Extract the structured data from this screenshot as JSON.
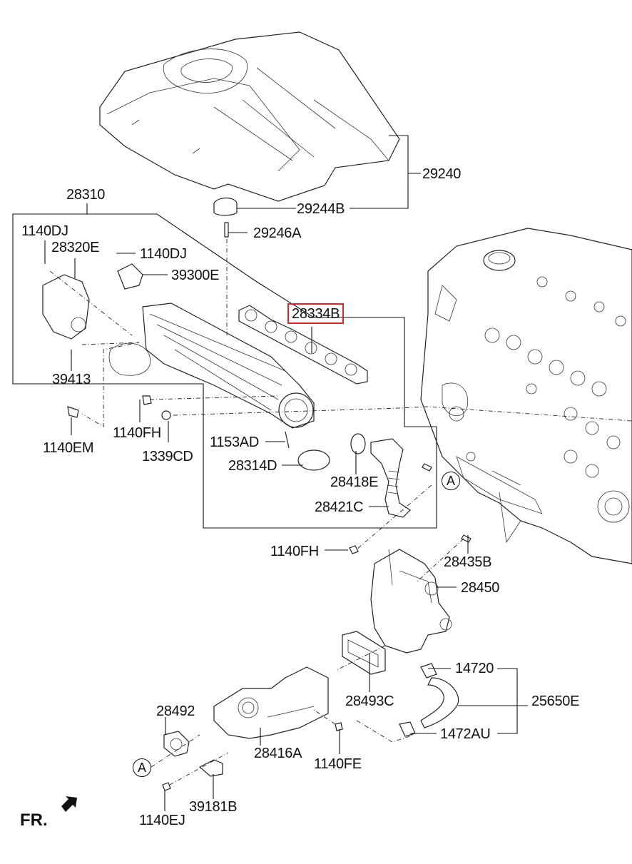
{
  "diagram": {
    "title_direction_label": "FR.",
    "reference_marker": "A",
    "highlight_color": "#e0242a",
    "highlighted_part": "28334B",
    "parts": [
      {
        "id": "p29240",
        "number": "29240",
        "description": "engine cover"
      },
      {
        "id": "p29244B",
        "number": "29244B",
        "description": "cover grommet"
      },
      {
        "id": "p29246A",
        "number": "29246A",
        "description": "cover stud"
      },
      {
        "id": "p28310",
        "number": "28310",
        "description": "intake manifold assembly"
      },
      {
        "id": "p1140DJ_a",
        "number": "1140DJ",
        "description": "bolt"
      },
      {
        "id": "p28320E",
        "number": "28320E",
        "description": "actuator"
      },
      {
        "id": "p1140DJ_b",
        "number": "1140DJ",
        "description": "bolt"
      },
      {
        "id": "p39300E",
        "number": "39300E",
        "description": "sensor"
      },
      {
        "id": "p28334B",
        "number": "28334B",
        "description": "manifold gasket"
      },
      {
        "id": "p39413",
        "number": "39413",
        "description": "nut"
      },
      {
        "id": "p1140EM",
        "number": "1140EM",
        "description": "bolt"
      },
      {
        "id": "p1140FH_a",
        "number": "1140FH",
        "description": "bolt"
      },
      {
        "id": "p1339CD",
        "number": "1339CD",
        "description": "nut"
      },
      {
        "id": "p1153AD",
        "number": "1153AD",
        "description": "stud"
      },
      {
        "id": "p28314D",
        "number": "28314D",
        "description": "gasket"
      },
      {
        "id": "p28418E",
        "number": "28418E",
        "description": "gasket"
      },
      {
        "id": "p28421C",
        "number": "28421C",
        "description": "EGR pipe"
      },
      {
        "id": "p1140FH_b",
        "number": "1140FH",
        "description": "bolt"
      },
      {
        "id": "p28435B",
        "number": "28435B",
        "description": "bolt"
      },
      {
        "id": "p28450",
        "number": "28450",
        "description": "EGR valve"
      },
      {
        "id": "p28493C",
        "number": "28493C",
        "description": "gasket"
      },
      {
        "id": "p14720",
        "number": "14720",
        "description": "clamp"
      },
      {
        "id": "p25650E",
        "number": "25650E",
        "description": "hose assembly"
      },
      {
        "id": "p1472AU",
        "number": "1472AU",
        "description": "clamp"
      },
      {
        "id": "p28492",
        "number": "28492",
        "description": "gasket"
      },
      {
        "id": "p28416A",
        "number": "28416A",
        "description": "EGR cooler"
      },
      {
        "id": "p1140FE",
        "number": "1140FE",
        "description": "bolt"
      },
      {
        "id": "p39181B",
        "number": "39181B",
        "description": "bracket"
      },
      {
        "id": "p1140EJ",
        "number": "1140EJ",
        "description": "bolt"
      }
    ]
  }
}
